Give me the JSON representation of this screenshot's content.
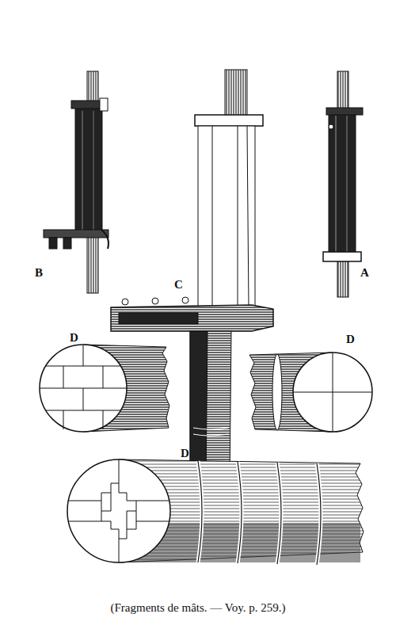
{
  "diagram": {
    "caption": "(Fragments de mâts. — Voy. p. 259.)",
    "labels": [
      "B",
      "C",
      "A",
      "D",
      "D",
      "D"
    ]
  }
}
